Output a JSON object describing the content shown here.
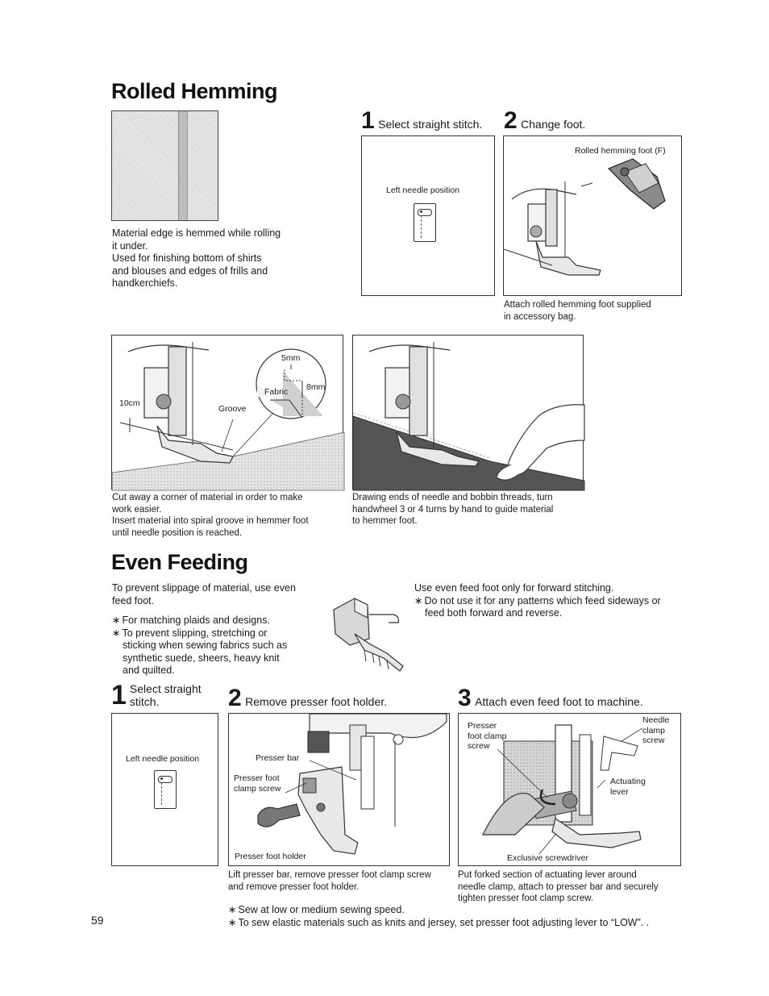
{
  "rolled_hemming": {
    "title": "Rolled Hemming",
    "desc": [
      "Material edge is hemmed while rolling",
      "it under.",
      "Used for finishing bottom of shirts",
      "and blouses and edges of frills and",
      "handkerchiefs."
    ],
    "step1": {
      "num": "1",
      "label": "Select straight stitch.",
      "panel_label": "Left needle position"
    },
    "step2": {
      "num": "2",
      "label": "Change foot.",
      "panel_label": "Rolled hemming foot (F)"
    },
    "step2_caption": [
      "Attach rolled hemming foot supplied",
      "in accessory bag."
    ],
    "fig3": {
      "labels": {
        "dist": "10cm",
        "groove": "Groove",
        "w": "5mm",
        "h": "8mm",
        "fabric": "Fabric"
      },
      "caption": [
        "Cut away a corner of material in order to make",
        "work easier.",
        "Insert material into spiral groove in hemmer foot",
        "until needle position is reached."
      ]
    },
    "fig4": {
      "caption": [
        "Drawing ends of needle and bobbin threads, turn",
        "handwheel 3 or 4 turns by hand to guide material",
        "to hemmer foot."
      ]
    }
  },
  "even_feeding": {
    "title": "Even Feeding",
    "intro": [
      "To prevent slippage of material, use even",
      "feed foot."
    ],
    "bullets_left": [
      [
        "For matching plaids and designs."
      ],
      [
        "To prevent slipping, stretching or",
        "sticking when sewing fabrics such as",
        "synthetic suede, sheers, heavy knit",
        "and quilted."
      ]
    ],
    "right_intro": "Use even feed foot only for forward stitching.",
    "right_note": [
      "Do not use it for any patterns which feed sideways or",
      "feed both forward and reverse."
    ],
    "step1": {
      "num": "1",
      "label": [
        "Select straight",
        "stitch."
      ],
      "panel_label": "Left needle position"
    },
    "step2": {
      "num": "2",
      "label": "Remove presser foot holder.",
      "labels": {
        "bar": "Presser bar",
        "screw": [
          "Presser foot",
          "clamp screw"
        ],
        "holder": "Presser foot holder"
      },
      "caption": [
        "Lift presser bar, remove presser foot clamp screw",
        "and remove presser foot holder."
      ]
    },
    "step3": {
      "num": "3",
      "label": "Attach even feed foot to machine.",
      "labels": {
        "clamp": [
          "Presser",
          "foot clamp",
          "screw"
        ],
        "needle": [
          "Needle",
          "clamp",
          "screw"
        ],
        "lever": [
          "Actuating",
          "lever"
        ],
        "driver": "Exclusive screwdriver"
      },
      "caption": [
        "Put forked section of actuating lever around",
        "needle clamp, attach to presser bar and securely",
        "tighten presser foot clamp screw."
      ]
    },
    "footnotes": [
      "Sew at low or medium sewing speed.",
      "To sew elastic materials such as knits and jersey, set presser foot adjusting lever to “LOW”.  ."
    ]
  },
  "page_number": "59"
}
